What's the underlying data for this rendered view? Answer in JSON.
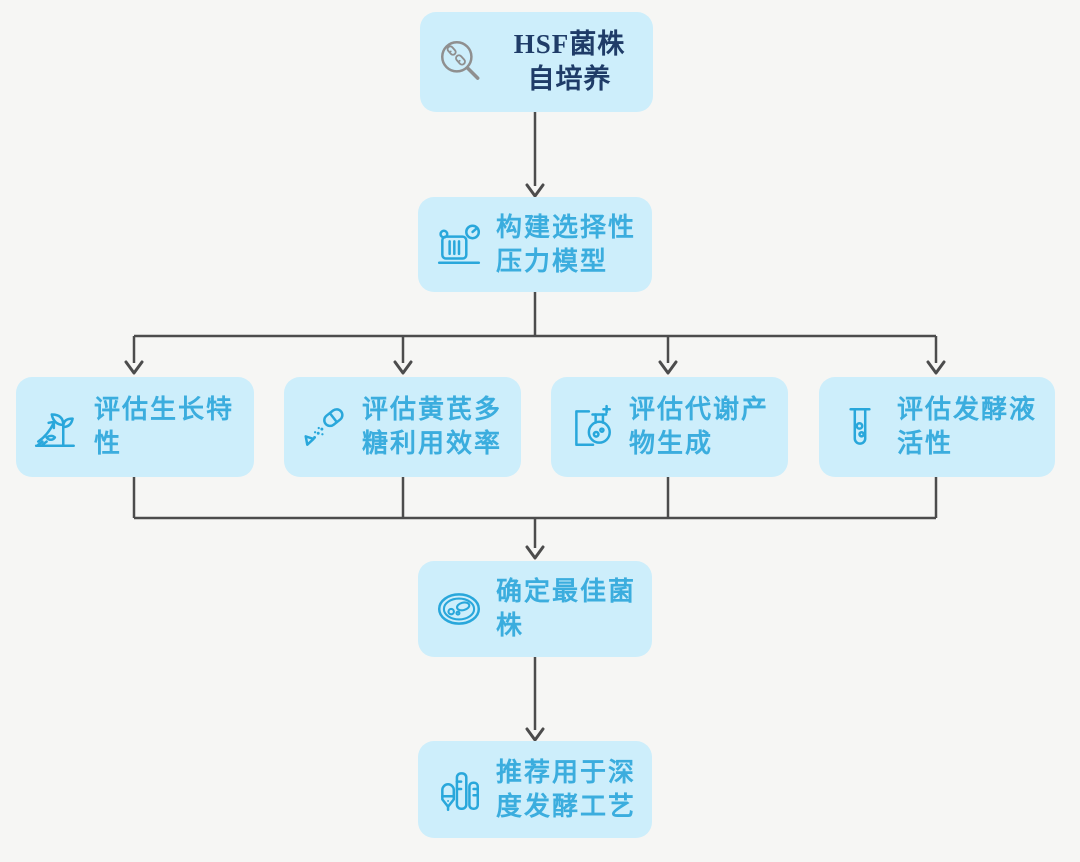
{
  "diagram": {
    "type": "flowchart",
    "background": "#f6f6f4",
    "colors": {
      "node_fill": "#cdeefb",
      "node_text_blue": "#3badde",
      "node_text_navy": "#1f3c68",
      "icon_blue": "#29a7db",
      "icon_gray": "#8f8f8f",
      "connector_gray": "#4c4c4c"
    },
    "nodes": [
      {
        "id": "start",
        "label": "HSF菌株\n自培养",
        "icon": "magnifier-bacteria-icon"
      },
      {
        "id": "model",
        "label": "构建选择性\n压力模型",
        "icon": "pressure-model-icon"
      },
      {
        "id": "growth",
        "label": "评估生长特\n性",
        "icon": "plant-growth-icon"
      },
      {
        "id": "poly",
        "label": "评估黄芪多\n糖利用效率",
        "icon": "capsule-powder-icon"
      },
      {
        "id": "metab",
        "label": "评估代谢产\n物生成",
        "icon": "flask-board-icon"
      },
      {
        "id": "broth",
        "label": "评估发酵液\n活性",
        "icon": "test-tube-icon"
      },
      {
        "id": "strain",
        "label": "确定最佳菌\n株",
        "icon": "petri-dish-icon"
      },
      {
        "id": "final",
        "label": "推荐用于深\n度发酵工艺",
        "icon": "fermentation-plant-icon"
      }
    ],
    "edges": [
      {
        "from": "start",
        "to": "model"
      },
      {
        "from": "model",
        "to": "growth"
      },
      {
        "from": "model",
        "to": "poly"
      },
      {
        "from": "model",
        "to": "metab"
      },
      {
        "from": "model",
        "to": "broth"
      },
      {
        "from": "growth",
        "to": "strain"
      },
      {
        "from": "poly",
        "to": "strain"
      },
      {
        "from": "metab",
        "to": "strain"
      },
      {
        "from": "broth",
        "to": "strain"
      },
      {
        "from": "strain",
        "to": "final"
      }
    ]
  }
}
